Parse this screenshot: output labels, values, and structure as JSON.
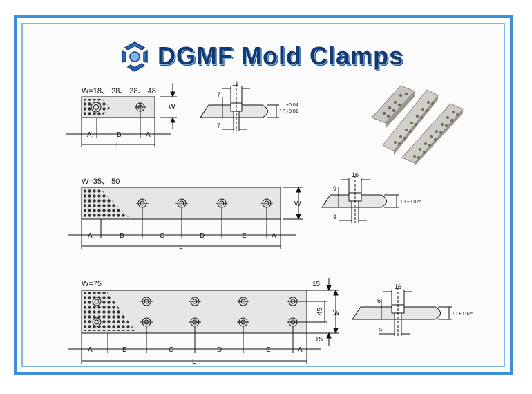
{
  "header": {
    "title": "DGMF Mold Clamps",
    "logo_icon": "rotating-arrows-logo-icon"
  },
  "colors": {
    "frame": "#3d8fd9",
    "title": "#14386f",
    "plate": "#e6e6e6"
  },
  "plate1": {
    "width_label": "W=18、 28、 38、 48",
    "w": "W",
    "a1": "A",
    "b": "B",
    "a2": "A",
    "l": "L",
    "section": {
      "d1": "11",
      "d2": "7",
      "d3": "7",
      "h": "10",
      "tol_up": "+0.04",
      "tol_dn": "+0.01"
    }
  },
  "plate2": {
    "width_label": "W=35、 50",
    "w": "W",
    "a1": "A",
    "b": "B",
    "c": "C",
    "d": "D",
    "e": "E",
    "a2": "A",
    "l": "L",
    "section": {
      "d1": "16",
      "d2": "9",
      "d3": "9",
      "h": "10 ±0.025"
    }
  },
  "plate3": {
    "width_label": "W=75",
    "top": "15",
    "mid": "45",
    "bot": "15",
    "w": "W",
    "a1": "A",
    "b": "B",
    "c": "C",
    "d": "D",
    "e": "E",
    "a2": "A",
    "l": "L",
    "section": {
      "d1": "16",
      "d2": "6",
      "d3": "9",
      "h": "10 ±0.025"
    }
  }
}
